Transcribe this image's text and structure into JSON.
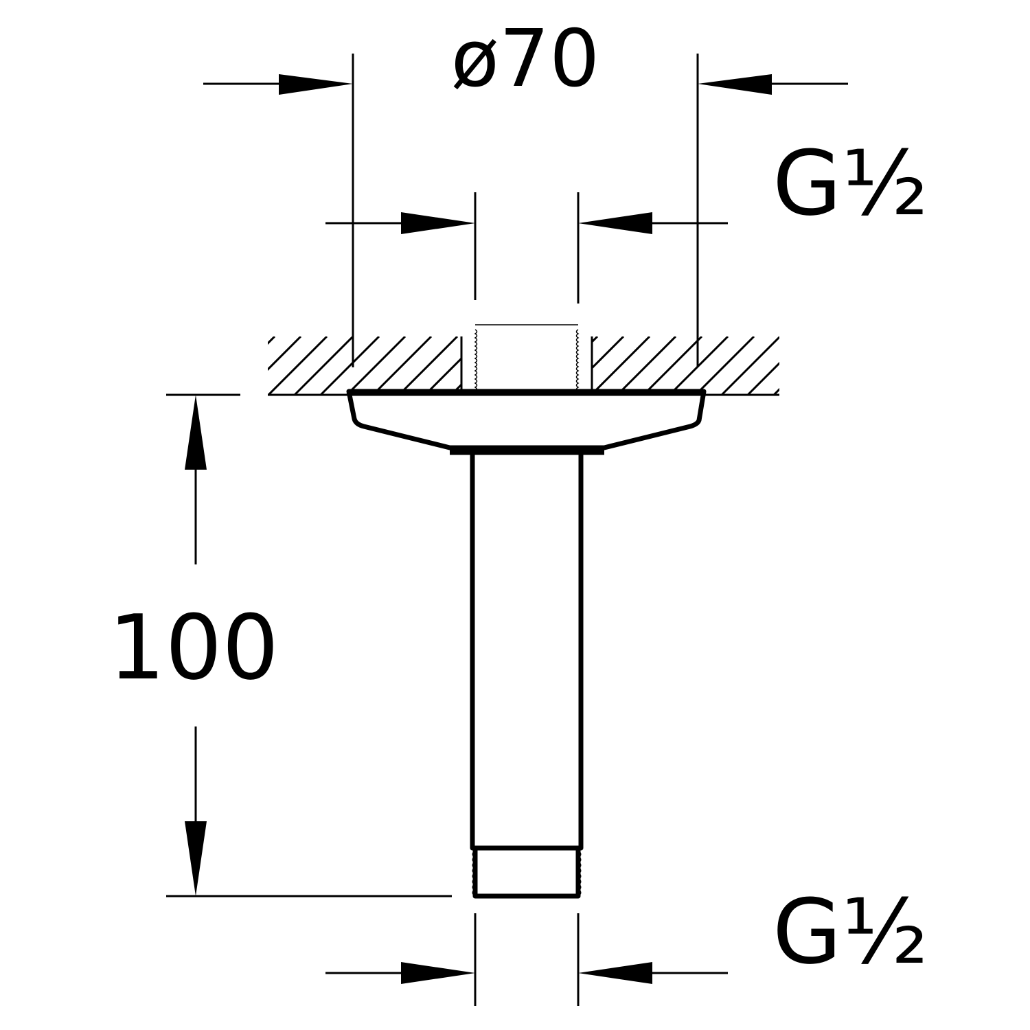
{
  "drawing": {
    "dimensions": {
      "flange_diameter": "ø70",
      "inlet_thread": "G½",
      "length": "100",
      "outlet_thread": "G½"
    },
    "line_color": "#000000",
    "background": "#ffffff"
  }
}
